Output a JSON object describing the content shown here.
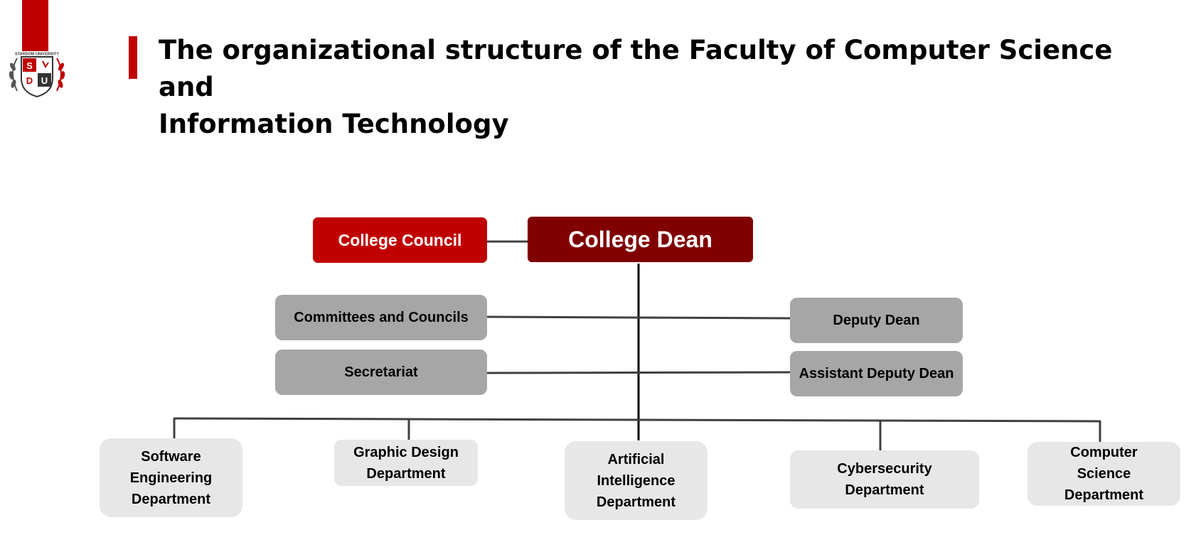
{
  "header": {
    "title_line1": "The organizational structure of the Faculty of Computer Science and",
    "title_line2": "Information Technology",
    "logo": {
      "text": "STARDOM UNIVERSITY",
      "letters": [
        "S",
        "D",
        "U"
      ]
    }
  },
  "colors": {
    "accent_red": "#c00000",
    "dean_red": "#800000",
    "mid_gray": "#a6a6a6",
    "light_gray": "#e7e7e7",
    "connector": "#404040"
  },
  "org": {
    "council": "College Council",
    "dean": "College Dean",
    "committees": "Committees and Councils",
    "secretariat": "Secretariat",
    "deputy_dean": "Deputy Dean",
    "assistant_deputy_dean": "Assistant Deputy Dean",
    "departments": [
      {
        "lines": [
          "Software",
          "Engineering",
          "Department"
        ]
      },
      {
        "lines": [
          "Graphic Design",
          "Department"
        ]
      },
      {
        "lines": [
          "Artificial",
          "Intelligence",
          "Department"
        ]
      },
      {
        "lines": [
          "Cybersecurity",
          "Department"
        ]
      },
      {
        "lines": [
          "Computer",
          "Science",
          "Department"
        ]
      }
    ]
  }
}
